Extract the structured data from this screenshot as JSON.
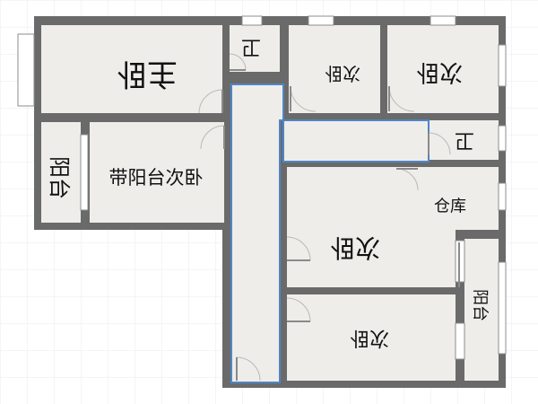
{
  "rooms": {
    "master_bedroom": "主卧",
    "bathroom_top": "卫",
    "bedroom_top_small": "次卧",
    "bedroom_top_right": "次卧",
    "bathroom_right": "卫",
    "balcony_left": "阳台",
    "bedroom_with_balcony": "带阳台次卧",
    "storage": "仓库",
    "bedroom_center": "次卧",
    "bedroom_bottom": "次卧",
    "balcony_right": "阳台"
  },
  "colors": {
    "wall": "#6a6a6a",
    "floor": "#efedea",
    "corridor_outline": "#4f86c6",
    "grid": "#e8ebf1"
  }
}
